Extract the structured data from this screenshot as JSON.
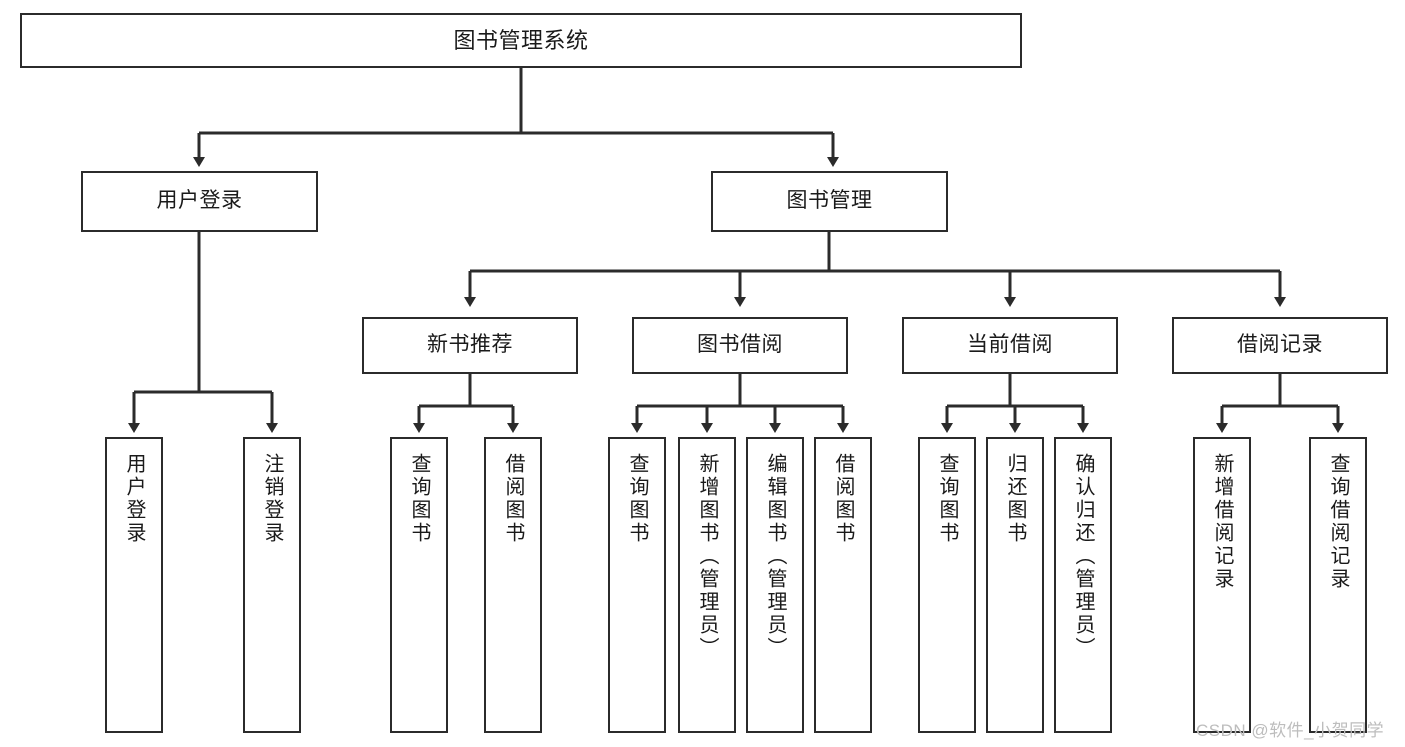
{
  "diagram": {
    "type": "tree-hierarchy",
    "title": "图书管理系统",
    "orientation": "top-down",
    "colors": {
      "box_border": "#2b2b2b",
      "box_fill": "#ffffff",
      "connector": "#2b2b2b",
      "text": "#1a1a1a",
      "watermark": "#bdbdbd",
      "background": "#ffffff"
    }
  },
  "nodes": {
    "root": {
      "label": "图书管理系统"
    },
    "level2": [
      {
        "label": "用户登录"
      },
      {
        "label": "图书管理"
      }
    ],
    "level3": [
      {
        "label": "新书推荐"
      },
      {
        "label": "图书借阅"
      },
      {
        "label": "当前借阅"
      },
      {
        "label": "借阅记录"
      }
    ],
    "leaves": {
      "user_login": [
        {
          "label": "用户登录"
        },
        {
          "label": "注销登录"
        }
      ],
      "new_book_recommend": [
        {
          "label": "查询图书"
        },
        {
          "label": "借阅图书"
        }
      ],
      "book_borrow": [
        {
          "label": "查询图书"
        },
        {
          "label": "新增图书（管理员）"
        },
        {
          "label": "编辑图书（管理员）"
        },
        {
          "label": "借阅图书"
        }
      ],
      "current_borrow": [
        {
          "label": "查询图书"
        },
        {
          "label": "归还图书"
        },
        {
          "label": "确认归还（管理员）"
        }
      ],
      "borrow_record": [
        {
          "label": "新增借阅记录"
        },
        {
          "label": "查询借阅记录"
        }
      ]
    }
  },
  "watermark": {
    "text": "CSDN @软件_小贺同学"
  }
}
